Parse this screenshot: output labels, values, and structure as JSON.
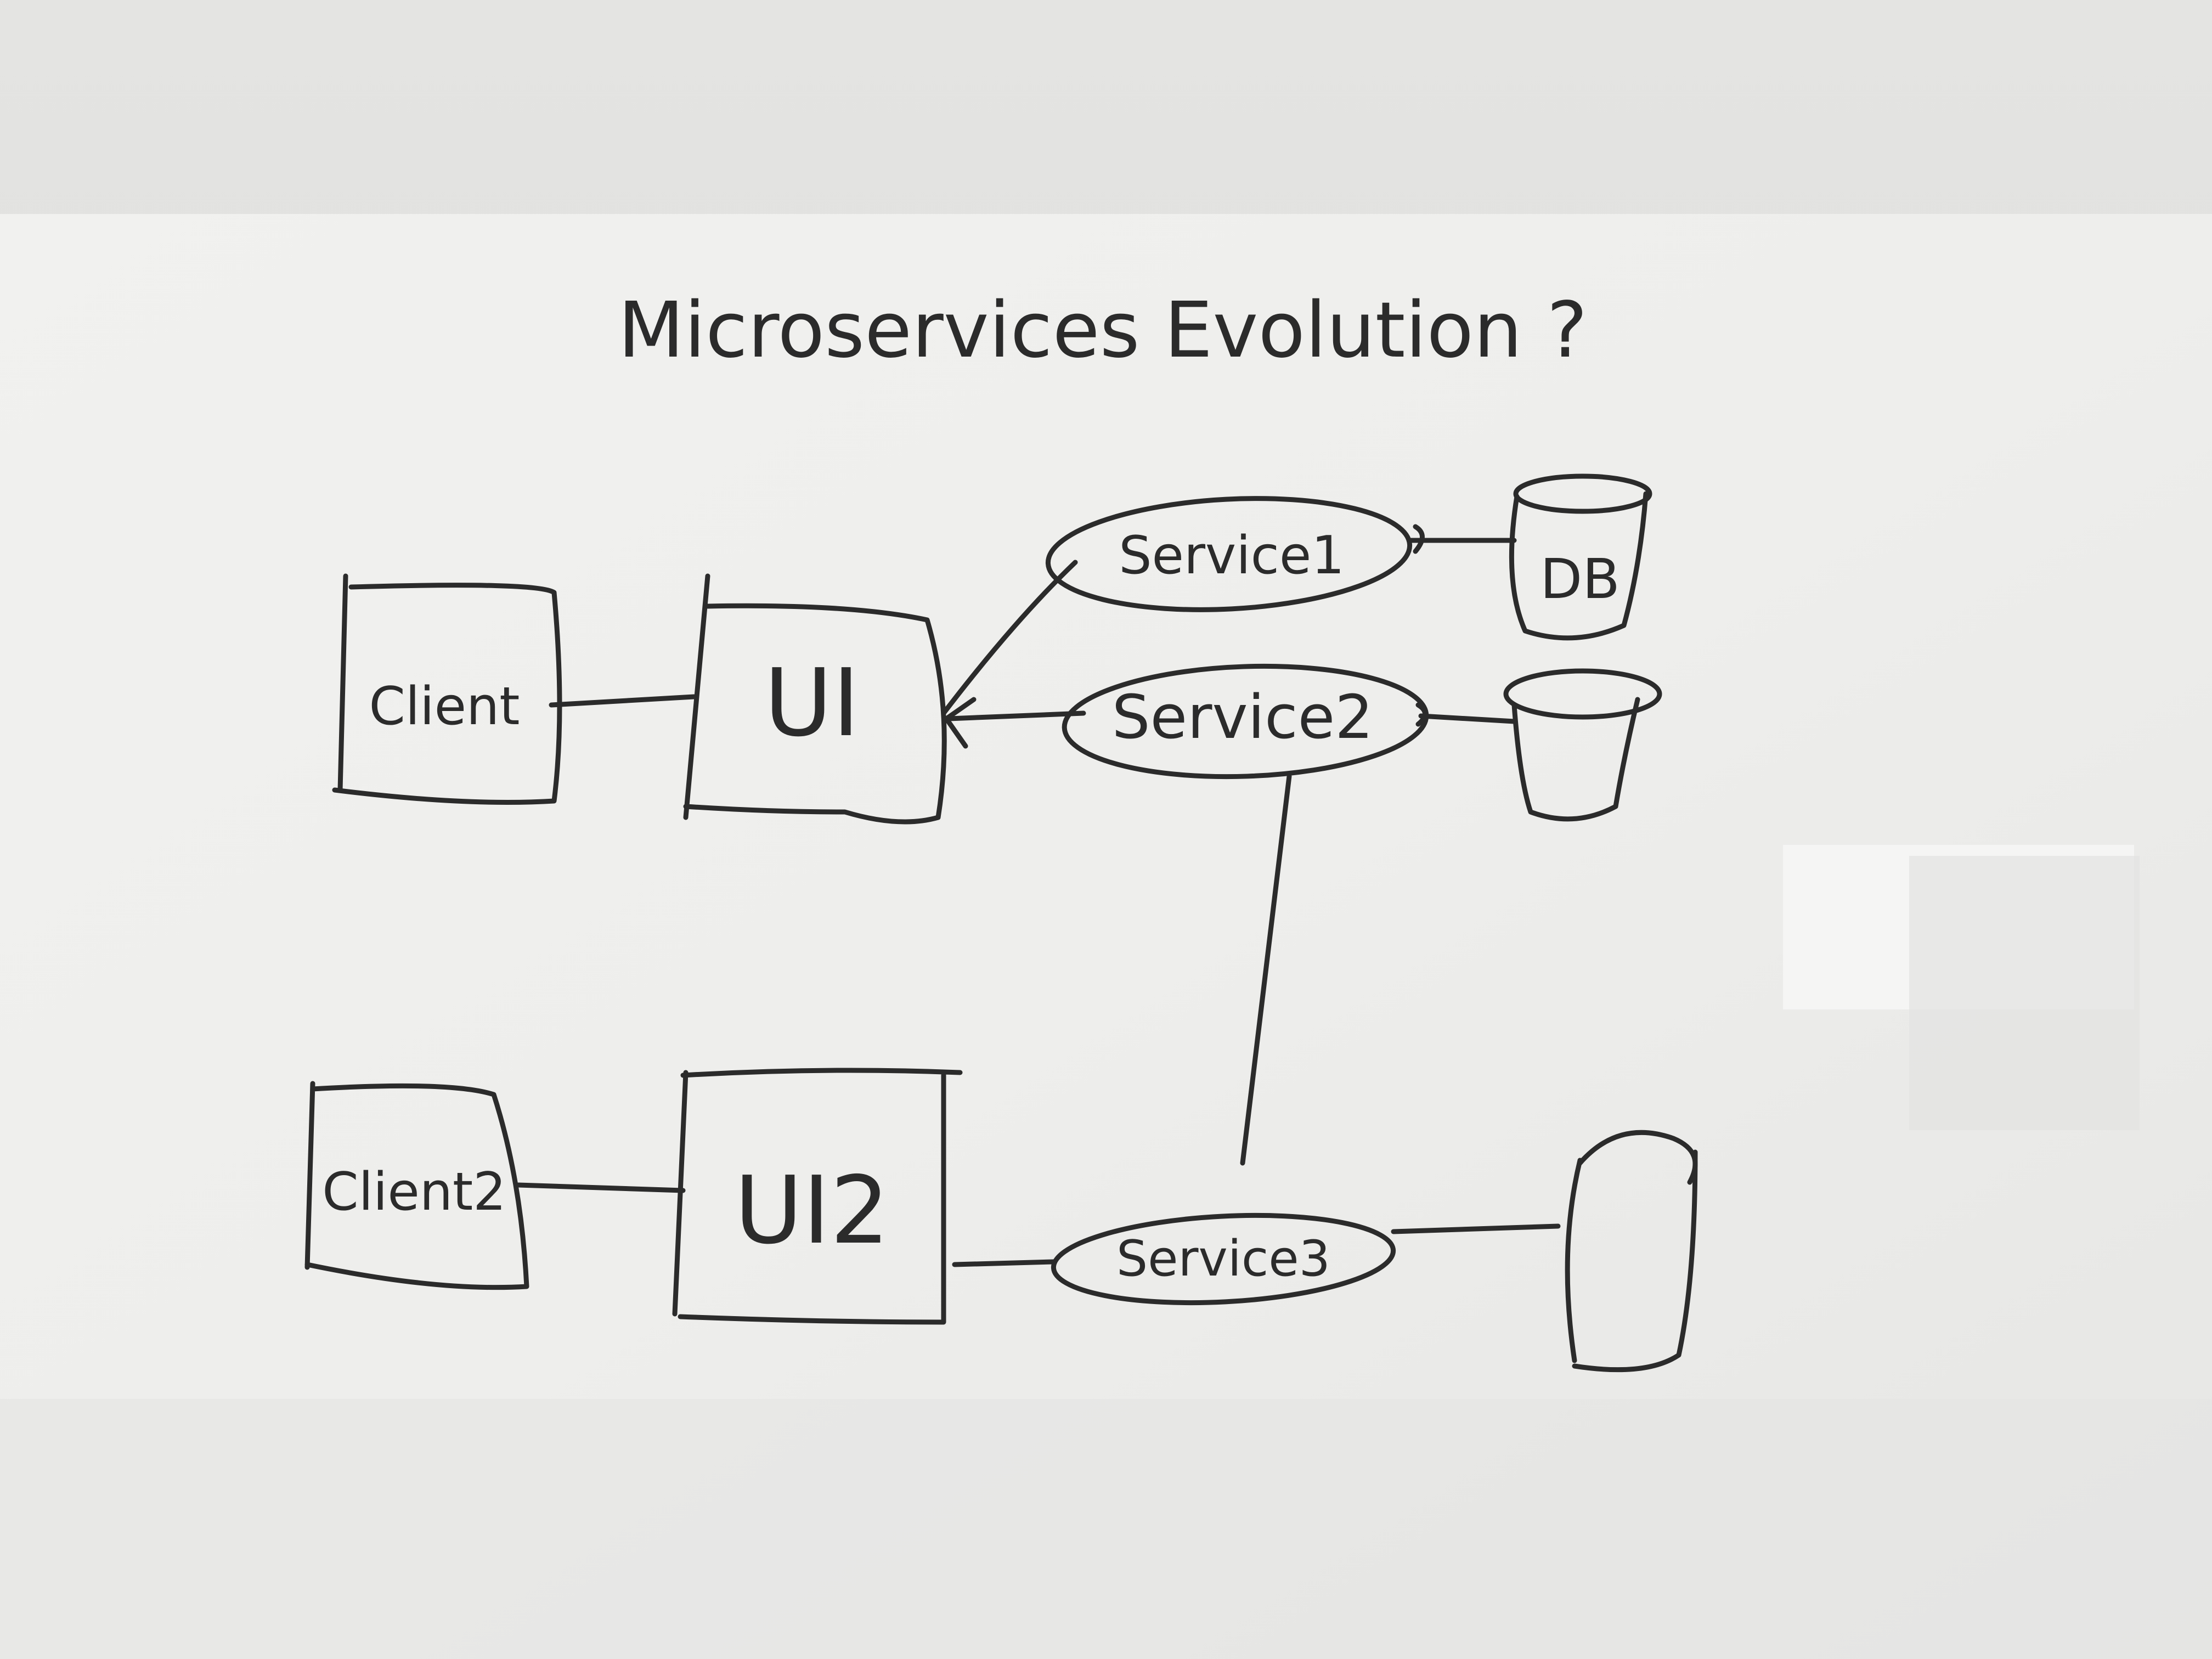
{
  "whiteboard": {
    "title": "Microservices Evolution ?",
    "nodes": {
      "client1": "Client",
      "client2": "Client2",
      "ui1": "UI",
      "ui2": "UI2",
      "service1": "Service1",
      "service2": "Service2",
      "service3": "Service3",
      "db1": "DB"
    }
  },
  "colors": {
    "marker": "#2b2b2b",
    "board": "#eeeeec",
    "wall": "#dcdcda"
  }
}
